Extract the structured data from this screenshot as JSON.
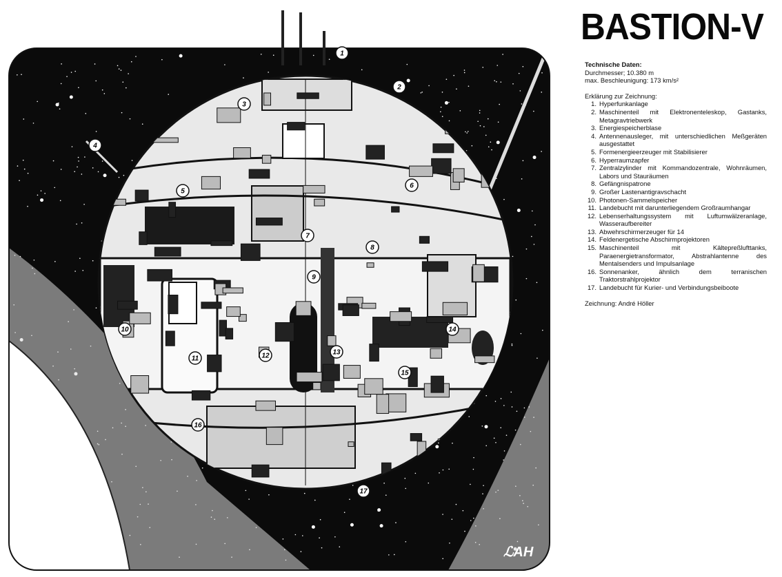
{
  "title": "BASTION-V",
  "specs": {
    "heading": "Technische Daten:",
    "diameter": "Durchmesser; 10.380 m",
    "acceleration": "max. Beschleunigung: 173 km/s²"
  },
  "legend": {
    "heading": "Erklärung zur Zeichnung:",
    "items": [
      {
        "n": "1.",
        "text": "Hyperfunkanlage"
      },
      {
        "n": "2.",
        "text": "Maschinenteil mit Elektronenteleskop, Gastanks, Metagravtriebwerk"
      },
      {
        "n": "3.",
        "text": "Energiespeicherblase"
      },
      {
        "n": "4.",
        "text": "Antennenausleger, mit unterschiedlichen Meßgeräten ausgestattet"
      },
      {
        "n": "5.",
        "text": "Formenergieerzeuger mit Stabilisierer"
      },
      {
        "n": "6.",
        "text": "Hyperraumzapfer"
      },
      {
        "n": "7.",
        "text": "Zentralzylinder mit Kommandozentrale, Wohnräumen, Labors und Stauräumen"
      },
      {
        "n": "8.",
        "text": "Gefängnispatrone"
      },
      {
        "n": "9.",
        "text": "Großer Lastenantigravschacht"
      },
      {
        "n": "10.",
        "text": "Photonen-Sammelspeicher"
      },
      {
        "n": "11.",
        "text": "Landebucht mit darunterliegendem Großraumhangar"
      },
      {
        "n": "12.",
        "text": "Lebenserhaltungssystem mit Luftumwälzeranlage, Wasseraufbereiter"
      },
      {
        "n": "13.",
        "text": "Abwehrschirmerzeuger für 14"
      },
      {
        "n": "14.",
        "text": "Feldenergetische Abschirmprojektoren"
      },
      {
        "n": "15.",
        "text": "Maschinenteil mit Kältepreßlufttanks, Paraenergietransformator, Abstrahlantenne des Mentalsenders und Impulsanlage"
      },
      {
        "n": "16.",
        "text": "Sonnenanker, ähnlich dem terranischen Traktorstrahlprojektor"
      },
      {
        "n": "17.",
        "text": "Landebucht für Kurier- und Verbindungsbeiboote"
      }
    ]
  },
  "credit": "Zeichnung: André Höller",
  "markers": [
    "1",
    "2",
    "3",
    "4",
    "5",
    "6",
    "7",
    "8",
    "9",
    "10",
    "11",
    "12",
    "13",
    "14",
    "15",
    "16",
    "17"
  ],
  "signature": "AH"
}
